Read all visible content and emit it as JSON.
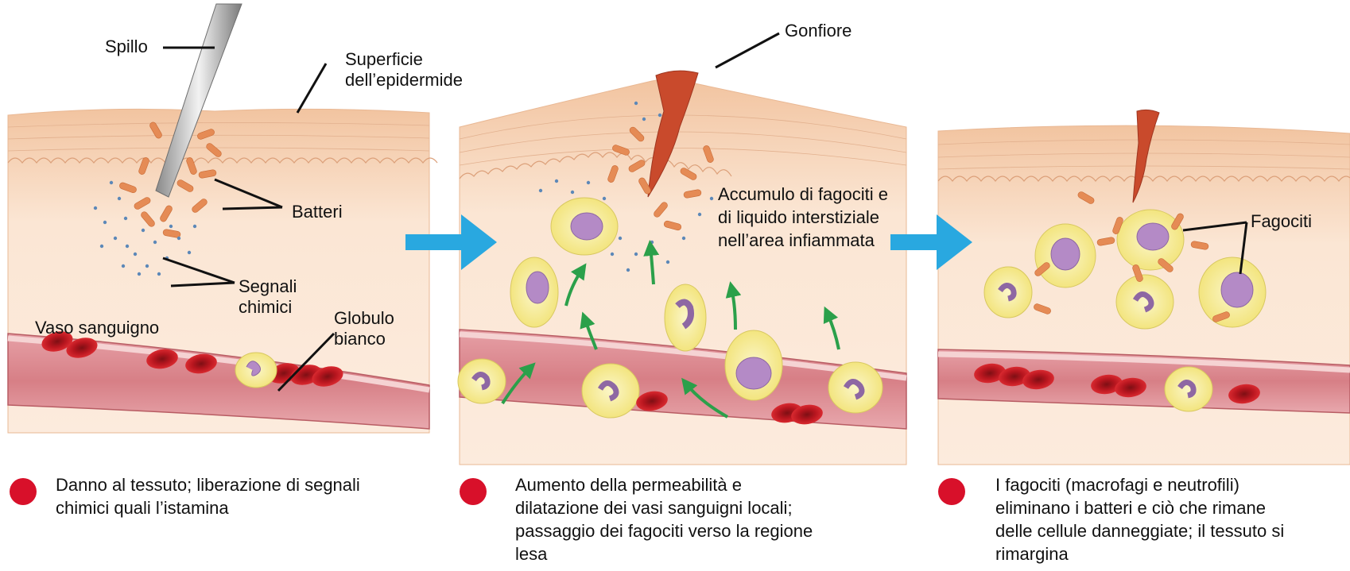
{
  "colors": {
    "skin": "#fbe6d4",
    "skin_border": "#e9b894",
    "vessel": "#d77f86",
    "vessel_wall": "#f3c9c9",
    "red_cell": "#c81c24",
    "white_cell": "#f6ec8a",
    "nucleus": "#b48ac6",
    "bacteria": "#e58b55",
    "signal_dots": "#5c88b8",
    "arrow_blue": "#29a8e0",
    "arrow_green": "#2ba04a",
    "wound": "#c94a2c",
    "step_dot": "#d8102a"
  },
  "labels": {
    "spillo": "Spillo",
    "superficie": "Superficie\ndell’epidermide",
    "batteri": "Batteri",
    "segnali": "Segnali\nchimici",
    "vaso": "Vaso sanguigno",
    "globulo": "Globulo\nbianco",
    "gonfiore": "Gonfiore",
    "accumulo": "Accumulo di fagociti e\ndi liquido interstiziale\nnell’area infiammata",
    "fagociti": "Fagociti"
  },
  "captions": [
    "Danno al tessuto; liberazione di segnali\nchimici quali l’istamina",
    "Aumento della permeabilità e\ndilatazione dei vasi sanguigni locali;\npassaggio dei fagociti verso la regione\nlesa",
    "I fagociti (macrofagi e neutrofili)\neliminano i batteri e ciò che rimane\ndelle cellule danneggiate; il tessuto si\nrimargina"
  ]
}
